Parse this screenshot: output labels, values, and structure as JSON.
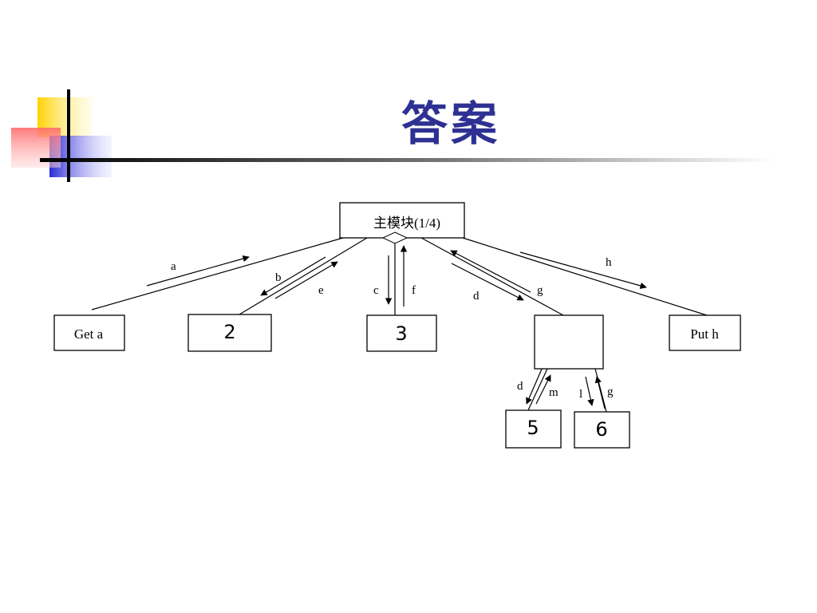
{
  "slide": {
    "title": "答案"
  },
  "diagram": {
    "main_module": "主模块(1/4)",
    "nodes": {
      "get_a": "Get a",
      "module_2": "2",
      "module_3": "3",
      "module_4": "",
      "put_h": "Put h",
      "module_5": "5",
      "module_6": "6"
    },
    "edge_labels": {
      "a": "a",
      "b": "b",
      "e": "e",
      "c": "c",
      "f": "f",
      "d_top": "d",
      "g_top": "g",
      "h": "h",
      "d_bottom": "d",
      "m": "m",
      "l": "l",
      "g_bottom": "g"
    }
  }
}
